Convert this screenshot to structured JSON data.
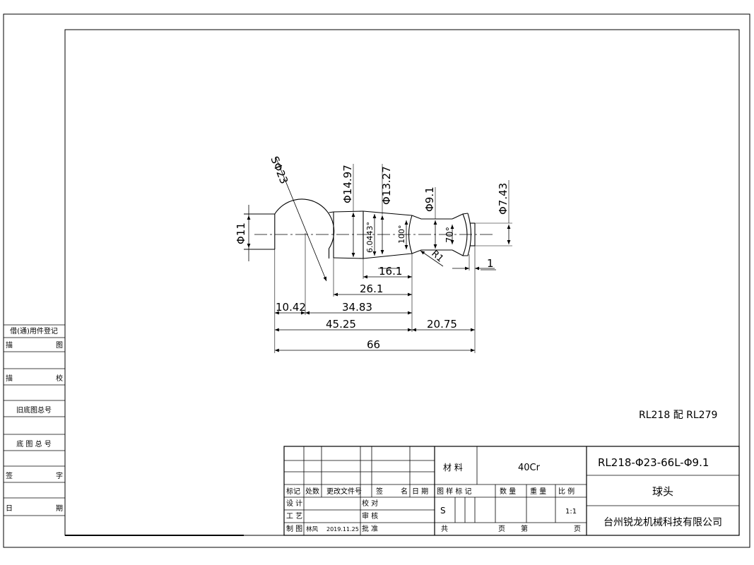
{
  "drawing": {
    "dimensions": {
      "sphere_dia": "SΦ23",
      "d14_97": "Φ14.97",
      "d13_27": "Φ13.27",
      "d9_1": "Φ9.1",
      "d7_43": "Φ7.43",
      "d11": "Φ11",
      "d6_0443": "6.0443°",
      "a100": "100°",
      "a70": "70°",
      "r1": "R1",
      "l16_1": "16.1",
      "l26_1": "26.1",
      "l34_83": "34.83",
      "l10_42": "10.42",
      "l45_25": "45.25",
      "l20_75": "20.75",
      "l66": "66",
      "l1": "1"
    },
    "note": "RL218 配 RL279"
  },
  "side_table": {
    "r1": "借(通)用件登记",
    "r2_left": "描",
    "r2_right": "图",
    "r3_left": "描",
    "r3_right": "校",
    "r4": "旧底图总号",
    "r5": "底 图 总 号",
    "r6_left": "签",
    "r6_right": "字",
    "r7_left": "日",
    "r7_right": "期"
  },
  "title_block": {
    "h_mark": "标记",
    "h_count": "处数",
    "h_change": "更改文件号",
    "h_sign": "签",
    "h_name": "名",
    "h_date": "日 期",
    "design": "设 计",
    "process": "工 艺",
    "draw": "制 图",
    "drawer": "林风",
    "draw_date": "2019.11.25",
    "proofread": "校 对",
    "review": "审 核",
    "approve": "批 准",
    "material_label": "材 料",
    "material": "40Cr",
    "h_sample": "图 样 标 记",
    "h_qty": "数 量",
    "h_weight": "重 量",
    "h_scale": "比 例",
    "sample_mark": "S",
    "scale": "1:1",
    "total": "共",
    "page1": "页",
    "nth": "第",
    "page2": "页",
    "drawing_number": "RL218-Φ23-66L-Φ9.1",
    "part_name": "球头",
    "company": "台州锐龙机械科技有限公司"
  }
}
